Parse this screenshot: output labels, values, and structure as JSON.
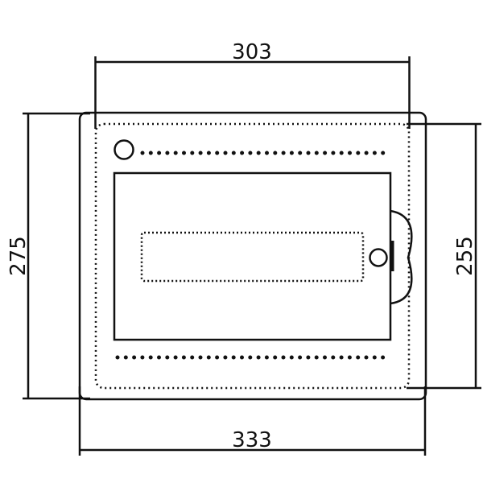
{
  "diagram": {
    "type": "technical-drawing",
    "subject": "distribution-box-front-view",
    "line_color": "#111111",
    "background": "#ffffff",
    "dimensions": {
      "top_width": "303",
      "bottom_width": "333",
      "left_height": "275",
      "right_height": "255"
    }
  }
}
